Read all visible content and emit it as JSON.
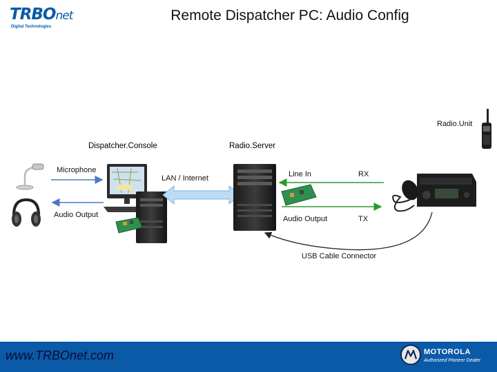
{
  "header": {
    "logo_brand": "TRBO",
    "logo_suffix": "net",
    "logo_tagline": "Digital Technologies",
    "title": "Remote Dispatcher PC: Audio Config"
  },
  "diagram": {
    "dispatcher_console": "Dispatcher.Console",
    "radio_server": "Radio.Server",
    "radio_unit": "Radio.Unit",
    "microphone": "Microphone",
    "audio_output_left": "Audio Output",
    "lan_internet": "LAN / Internet",
    "line_in": "Line In",
    "audio_output_right": "Audio Output",
    "rx": "RX",
    "tx": "TX",
    "usb_cable": "USB Cable Connector"
  },
  "footer": {
    "url": "www.TRBOnet.com",
    "motorola": "MOTOROLA",
    "motorola_sub": "Authorized Pioneer Dealer"
  },
  "colors": {
    "brand_blue": "#0a5aa8",
    "arrow_green": "#2e9a2e",
    "arrow_blue": "#4a78c8",
    "lan_arrow": "#9cc8ec"
  }
}
